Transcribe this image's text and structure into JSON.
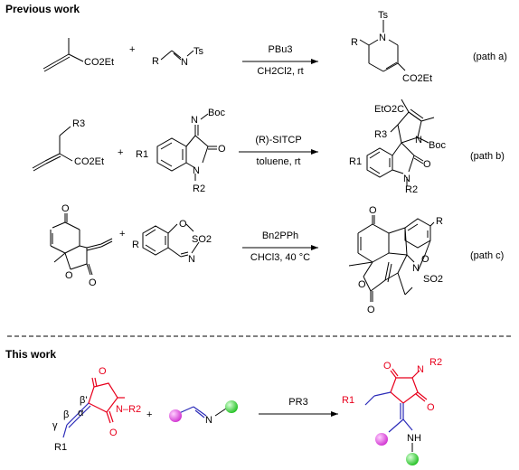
{
  "sections": {
    "previous": "Previous work",
    "this": "This work"
  },
  "rxn_a": {
    "reagent": "PBu3",
    "solvent": "CH2Cl2, rt",
    "path": "(path a)",
    "r_label": "R",
    "ts_label": "Ts",
    "n_label": "N",
    "plus": "+",
    "ester": "CO2Et",
    "prod_ester": "CO2Et"
  },
  "rxn_b": {
    "reagent": "(R)-SITCP",
    "solvent": "toluene, rt",
    "path": "(path b)",
    "r3": "R3",
    "r1": "R1",
    "r2": "R2",
    "boc": "Boc",
    "n": "N",
    "o": "O",
    "ester": "CO2Et",
    "prod_ester": "EtO2C",
    "plus": "+"
  },
  "rxn_c": {
    "reagent": "Bn2PPh",
    "solvent": "CHCl3, 40 °C",
    "path": "(path c)",
    "r": "R",
    "o": "O",
    "n": "N",
    "so2": "SO2",
    "plus": "+"
  },
  "rxn_this": {
    "reagent": "PR3",
    "r2": "R2",
    "r1": "R1",
    "n": "N",
    "nh": "NH",
    "o": "O",
    "alpha": "α",
    "beta": "β",
    "beta_prime": "β'",
    "gamma": "γ",
    "plus": "+"
  },
  "colors": {
    "ink": "#000000",
    "red": "#e8001c",
    "blue": "#2a2ab8",
    "magenta": "#e050e0",
    "green": "#40e040"
  }
}
